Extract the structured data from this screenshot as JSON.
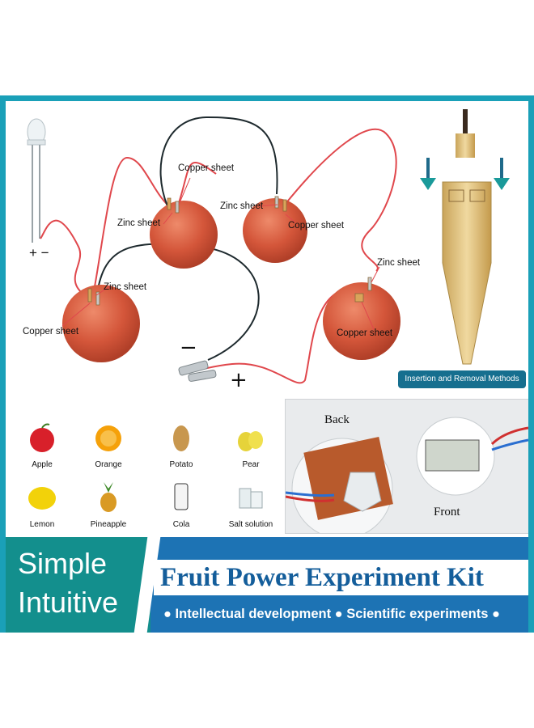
{
  "diagram": {
    "led_polarity": "+ −",
    "clip_minus": "−",
    "clip_plus": "+",
    "labels": {
      "copper_sheet_top": "Copper sheet",
      "zinc_sheet_1": "Zinc sheet",
      "zinc_sheet_2": "Zinc sheet",
      "copper_sheet_2": "Copper sheet",
      "zinc_sheet_3": "Zinc sheet",
      "copper_sheet_left": "Copper sheet",
      "zinc_sheet_4": "Zinc sheet",
      "copper_sheet_right": "Copper sheet"
    },
    "probe_caption": "Insertion and Removal Methods"
  },
  "foods": [
    {
      "name": "Apple",
      "icon": "apple-icon"
    },
    {
      "name": "Orange",
      "icon": "orange-icon"
    },
    {
      "name": "Potato",
      "icon": "potato-icon"
    },
    {
      "name": "Pear",
      "icon": "pear-icon"
    },
    {
      "name": "Lemon",
      "icon": "lemon-icon"
    },
    {
      "name": "Pineapple",
      "icon": "pineapple-icon"
    },
    {
      "name": "Cola",
      "icon": "cola-can-icon"
    },
    {
      "name": "Salt solution",
      "icon": "salt-solution-icon"
    }
  ],
  "meter": {
    "back_label": "Back",
    "front_label": "Front"
  },
  "banner": {
    "left_line1": "Simple",
    "left_line2": "Intuitive",
    "title": "Fruit Power Experiment Kit",
    "subtitle": "● Intellectual development ● Scientific experiments ●"
  },
  "colors": {
    "frame_border": "#1aa0b8",
    "banner_blue": "#1d73b4",
    "banner_teal": "#138f8d",
    "title_blue": "#145e9b",
    "wire_red": "#e0474c",
    "wire_black": "#1e2a2e",
    "fruit_red": "#d8573c"
  }
}
